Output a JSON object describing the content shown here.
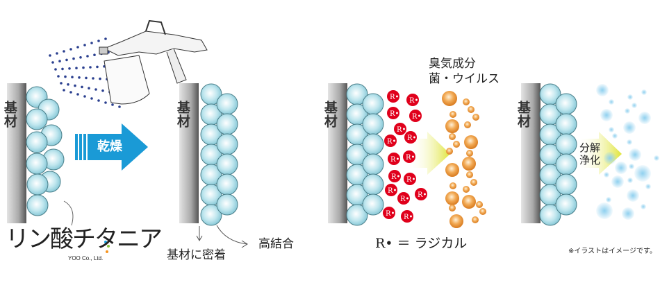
{
  "substrate_label": "基材",
  "logo": {
    "name": "リン酸チタニア",
    "company": "YOO Co., Ltd."
  },
  "dry_arrow_label": "乾燥",
  "adhesion_label": "基材に密着",
  "bond_label": "高結合",
  "odor_label_line1": "臭気成分",
  "odor_label_line2": "菌・ウイルス",
  "radical_symbol": "R•",
  "radical_legend": "R• ＝ ラジカル",
  "decompose_label": "分解浄化",
  "note": "※イラストはイメージです。",
  "colors": {
    "sphere": "#a8dbe6",
    "dry_arrow": "#1a9ad6",
    "radical": "#e0001b",
    "odor": "#e8963a",
    "purify_arrow": "#e3e84a",
    "spray": "#2a3f8f",
    "purified": "#8fd0ef"
  }
}
